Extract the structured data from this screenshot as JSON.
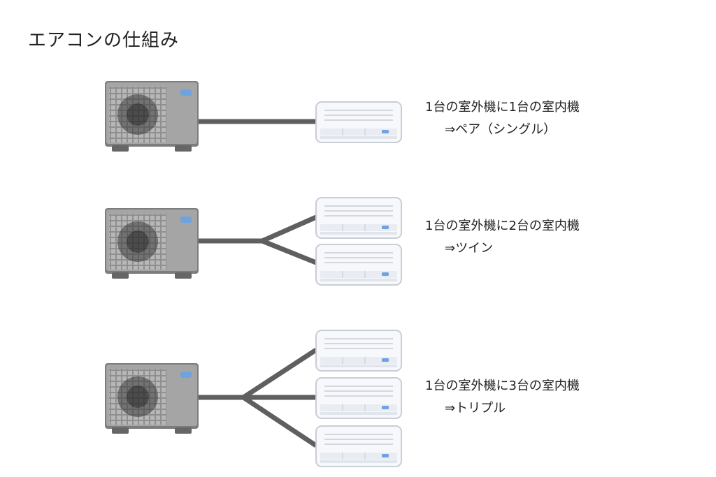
{
  "title": "エアコンの仕組み",
  "colors": {
    "outdoor_unit": "#9a9a9a",
    "outdoor_unit_dark": "#6e6e6e",
    "pipe": "#5f5f5f",
    "indoor_unit": "#f7f8fb",
    "indoor_outline": "#c9cdd6",
    "indicator": "#6ea3dd"
  },
  "configurations": [
    {
      "icons": [
        "outdoor-unit-icon",
        "indoor-unit-icon"
      ],
      "description": "1台の室外機に1台の室内機",
      "type_label": "⇒ペア（シングル）"
    },
    {
      "icons": [
        "outdoor-unit-icon",
        "indoor-unit-icon"
      ],
      "description": "1台の室外機に2台の室内機",
      "type_label": "⇒ツイン"
    },
    {
      "icons": [
        "outdoor-unit-icon",
        "indoor-unit-icon"
      ],
      "description": "1台の室外機に3台の室内機",
      "type_label": "⇒トリプル"
    }
  ]
}
